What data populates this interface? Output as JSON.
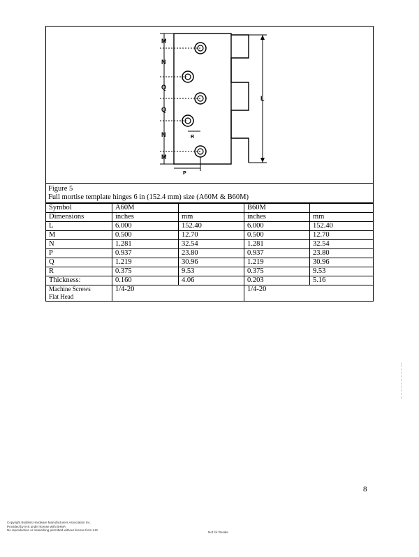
{
  "figure": {
    "labels": [
      "M",
      "N",
      "Q",
      "Q",
      "N",
      "M",
      "R",
      "P",
      "L"
    ],
    "caption_line1": "Figure 5",
    "caption_line2": "Full mortise template hinges 6 in (152.4 mm) size (A60M & B60M)"
  },
  "table": {
    "header1": [
      "Symbol",
      "A60M",
      "",
      "B60M",
      ""
    ],
    "header2": [
      "Dimensions",
      "inches",
      "mm",
      "inches",
      "mm"
    ],
    "rows": [
      [
        "L",
        "6.000",
        "152.40",
        "6.000",
        "152.40"
      ],
      [
        "M",
        "0.500",
        "12.70",
        "0.500",
        "12.70"
      ],
      [
        "N",
        "1.281",
        "32.54",
        "1.281",
        "32.54"
      ],
      [
        "P",
        "0.937",
        "23.80",
        "0.937",
        "23.80"
      ],
      [
        "Q",
        "1.219",
        "30.96",
        "1.219",
        "30.96"
      ],
      [
        "R",
        "0.375",
        "9.53",
        "0.375",
        "9.53"
      ],
      [
        "Thickness:",
        "0.160",
        "4.06",
        "0.203",
        "5.16"
      ]
    ],
    "screws": {
      "label_line1": "Machine Screws",
      "label_line2": "Flat Head",
      "a60m": "1/4-20",
      "b60m": "1/4-20"
    }
  },
  "page_number": "8",
  "footer": {
    "copyright_line1": "Copyright Builders Hardware Manufacturers Association Inc.",
    "copyright_line2": "Provided by IHS under license with BHMA",
    "copyright_line3": "No reproduction or networking permitted without license from IHS",
    "not_for_resale": "Not for Resale"
  }
}
